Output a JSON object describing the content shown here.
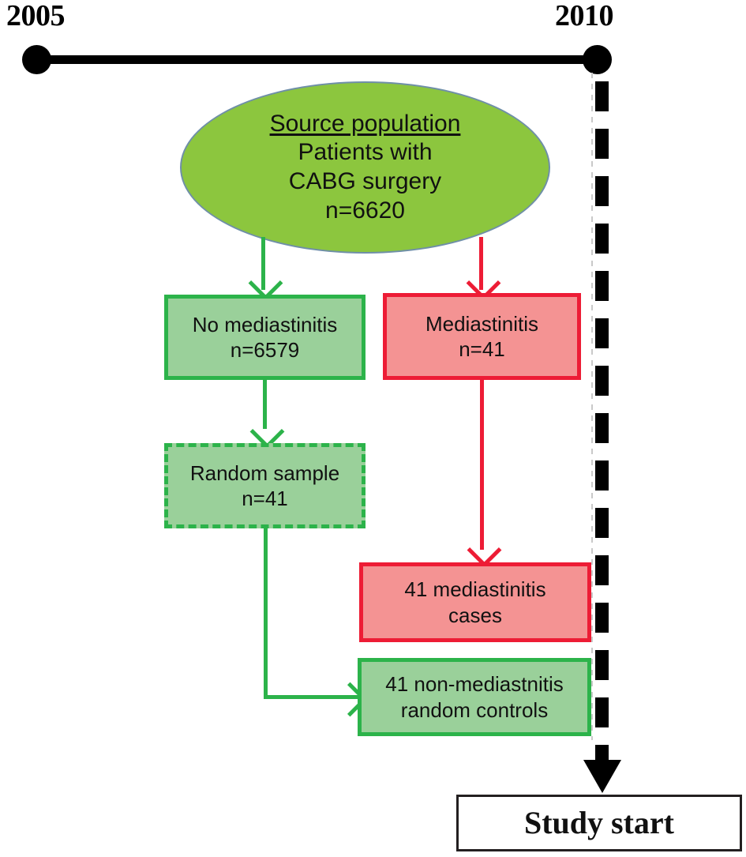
{
  "timeline": {
    "start_year": "2005",
    "end_year": "2010",
    "start_dot": "timeline-start-dot",
    "end_dot": "timeline-end-dot"
  },
  "nodes": {
    "source_population": {
      "header": "Source population",
      "line1": "Patients with",
      "line2": "CABG  surgery",
      "line3": "n=6620"
    },
    "no_mediastinitis": {
      "line1": "No mediastinitis",
      "line2": "n=6579"
    },
    "mediastinitis": {
      "line1": "Mediastinitis",
      "line2": "n=41"
    },
    "random_sample": {
      "line1": "Random sample",
      "line2": "n=41"
    },
    "cases": {
      "line1": "41 mediastinitis",
      "line2": "cases"
    },
    "controls": {
      "line1": "41 non-mediastnitis",
      "line2": "random controls"
    },
    "study_start": {
      "label": "Study start"
    }
  },
  "colors": {
    "ellipse_fill": "#8CC63E",
    "ellipse_border": "#6f8fa8",
    "green_fill": "#9AD09A",
    "green_border": "#2CB34A",
    "red_fill": "#F49393",
    "red_border": "#ED1C35",
    "timeline_black": "#000000",
    "plain_border": "#231f20"
  },
  "chart_data": {
    "type": "flowchart",
    "title": "Nested case-control study flow diagram",
    "period": {
      "from": "2005",
      "to": "2010"
    },
    "nodes": [
      {
        "id": "source",
        "label": "Source population: Patients with CABG surgery",
        "n": 6620,
        "shape": "ellipse",
        "color": "#8CC63E"
      },
      {
        "id": "no_med",
        "label": "No mediastinitis",
        "n": 6579,
        "shape": "rect",
        "color": "#9AD09A"
      },
      {
        "id": "med",
        "label": "Mediastinitis",
        "n": 41,
        "shape": "rect",
        "color": "#F49393"
      },
      {
        "id": "random",
        "label": "Random sample",
        "n": 41,
        "shape": "rect-dashed",
        "color": "#9AD09A"
      },
      {
        "id": "cases",
        "label": "41 mediastinitis cases",
        "n": 41,
        "shape": "rect",
        "color": "#F49393"
      },
      {
        "id": "controls",
        "label": "41 non-mediastnitis random controls",
        "n": 41,
        "shape": "rect",
        "color": "#9AD09A"
      },
      {
        "id": "study_start",
        "label": "Study start",
        "shape": "rect",
        "color": "#ffffff"
      }
    ],
    "edges": [
      {
        "from": "source",
        "to": "no_med",
        "color": "#2CB34A"
      },
      {
        "from": "source",
        "to": "med",
        "color": "#ED1C35"
      },
      {
        "from": "no_med",
        "to": "random",
        "color": "#2CB34A"
      },
      {
        "from": "med",
        "to": "cases",
        "color": "#ED1C35"
      },
      {
        "from": "random",
        "to": "controls",
        "color": "#2CB34A"
      },
      {
        "from": "timeline_2010",
        "to": "study_start",
        "color": "#000000"
      }
    ]
  }
}
